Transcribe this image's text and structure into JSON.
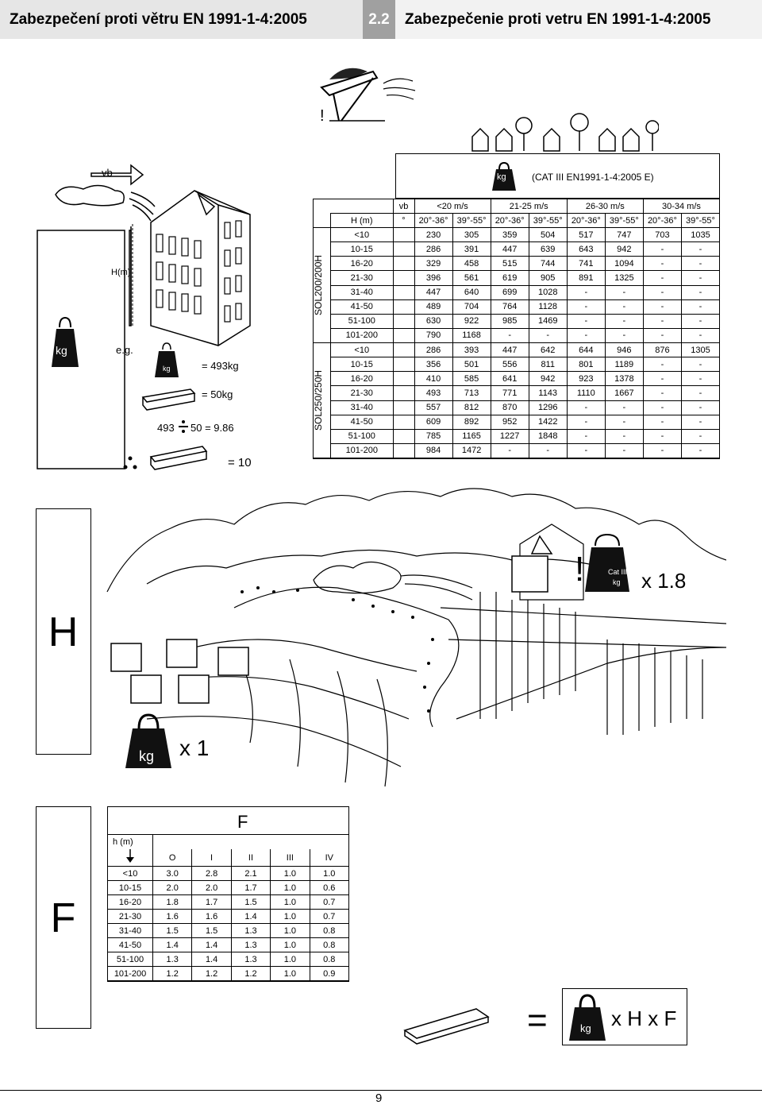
{
  "header": {
    "title_cz": "Zabezpečení proti větru EN 1991-1-4:2005",
    "section_number": "2.2",
    "title_sk": "Zabezpečenie proti vetru EN 1991-1-4:2005"
  },
  "top_illustration": {
    "warning_mark": "!"
  },
  "building_figure": {
    "vb_label": "vb",
    "height_label": "H(m)",
    "kg_label": "kg",
    "eg_label": "e.g.",
    "example_weight": "= 493kg",
    "example_block": "= 50kg",
    "example_calc_left": "493",
    "example_calc_right": "50 = 9.86",
    "result_label": "= 10"
  },
  "wind_table": {
    "kg_label": "kg",
    "category_note": "(CAT III EN1991-1-4:2005 E)",
    "vb_header": "vb",
    "height_header": "H (m)",
    "degree_header": "°",
    "speed_headers": [
      "<20 m/s",
      "21-25 m/s",
      "26-30 m/s",
      "30-34 m/s"
    ],
    "angle_headers": [
      "20°-36°",
      "39°-55°",
      "20°-36°",
      "39°-55°",
      "20°-36°",
      "39°-55°",
      "20°-36°",
      "39°-55°"
    ],
    "groups": [
      {
        "name": "SOL200/200H",
        "rows": [
          {
            "h": "<10",
            "v": [
              "230",
              "305",
              "359",
              "504",
              "517",
              "747",
              "703",
              "1035"
            ]
          },
          {
            "h": "10-15",
            "v": [
              "286",
              "391",
              "447",
              "639",
              "643",
              "942",
              "-",
              "-"
            ]
          },
          {
            "h": "16-20",
            "v": [
              "329",
              "458",
              "515",
              "744",
              "741",
              "1094",
              "-",
              "-"
            ]
          },
          {
            "h": "21-30",
            "v": [
              "396",
              "561",
              "619",
              "905",
              "891",
              "1325",
              "-",
              "-"
            ]
          },
          {
            "h": "31-40",
            "v": [
              "447",
              "640",
              "699",
              "1028",
              "-",
              "-",
              "-",
              "-"
            ]
          },
          {
            "h": "41-50",
            "v": [
              "489",
              "704",
              "764",
              "1128",
              "-",
              "-",
              "-",
              "-"
            ]
          },
          {
            "h": "51-100",
            "v": [
              "630",
              "922",
              "985",
              "1469",
              "-",
              "-",
              "-",
              "-"
            ]
          },
          {
            "h": "101-200",
            "v": [
              "790",
              "1168",
              "-",
              "-",
              "-",
              "-",
              "-",
              "-"
            ]
          }
        ]
      },
      {
        "name": "SOL250/250H",
        "rows": [
          {
            "h": "<10",
            "v": [
              "286",
              "393",
              "447",
              "642",
              "644",
              "946",
              "876",
              "1305"
            ]
          },
          {
            "h": "10-15",
            "v": [
              "356",
              "501",
              "556",
              "811",
              "801",
              "1189",
              "-",
              "-"
            ]
          },
          {
            "h": "16-20",
            "v": [
              "410",
              "585",
              "641",
              "942",
              "923",
              "1378",
              "-",
              "-"
            ]
          },
          {
            "h": "21-30",
            "v": [
              "493",
              "713",
              "771",
              "1143",
              "1110",
              "1667",
              "-",
              "-"
            ]
          },
          {
            "h": "31-40",
            "v": [
              "557",
              "812",
              "870",
              "1296",
              "-",
              "-",
              "-",
              "-"
            ]
          },
          {
            "h": "41-50",
            "v": [
              "609",
              "892",
              "952",
              "1422",
              "-",
              "-",
              "-",
              "-"
            ]
          },
          {
            "h": "51-100",
            "v": [
              "785",
              "1165",
              "1227",
              "1848",
              "-",
              "-",
              "-",
              "-"
            ]
          },
          {
            "h": "101-200",
            "v": [
              "984",
              "1472",
              "-",
              "-",
              "-",
              "-",
              "-",
              "-"
            ]
          }
        ]
      }
    ]
  },
  "h_section": {
    "letter": "H",
    "warning_mark": "!",
    "cat_label": "Cat III",
    "cat_kg": "kg",
    "factor_high": "x 1.8",
    "kg_label": "kg",
    "factor_low": "x 1"
  },
  "f_section": {
    "letter": "F",
    "table_title": "F",
    "height_header": "h (m)",
    "columns": [
      "O",
      "I",
      "II",
      "III",
      "IV"
    ],
    "rows": [
      {
        "h": "<10",
        "v": [
          "3.0",
          "2.8",
          "2.1",
          "1.0",
          "1.0"
        ]
      },
      {
        "h": "10-15",
        "v": [
          "2.0",
          "2.0",
          "1.7",
          "1.0",
          "0.6"
        ]
      },
      {
        "h": "16-20",
        "v": [
          "1.8",
          "1.7",
          "1.5",
          "1.0",
          "0.7"
        ]
      },
      {
        "h": "21-30",
        "v": [
          "1.6",
          "1.6",
          "1.4",
          "1.0",
          "0.7"
        ]
      },
      {
        "h": "31-40",
        "v": [
          "1.5",
          "1.5",
          "1.3",
          "1.0",
          "0.8"
        ]
      },
      {
        "h": "41-50",
        "v": [
          "1.4",
          "1.4",
          "1.3",
          "1.0",
          "0.8"
        ]
      },
      {
        "h": "51-100",
        "v": [
          "1.3",
          "1.4",
          "1.3",
          "1.0",
          "0.8"
        ]
      },
      {
        "h": "101-200",
        "v": [
          "1.2",
          "1.2",
          "1.2",
          "1.0",
          "0.9"
        ]
      }
    ]
  },
  "formula": {
    "equals": "=",
    "kg_label": "kg",
    "rhs": "x H x F"
  },
  "page_number": "9"
}
